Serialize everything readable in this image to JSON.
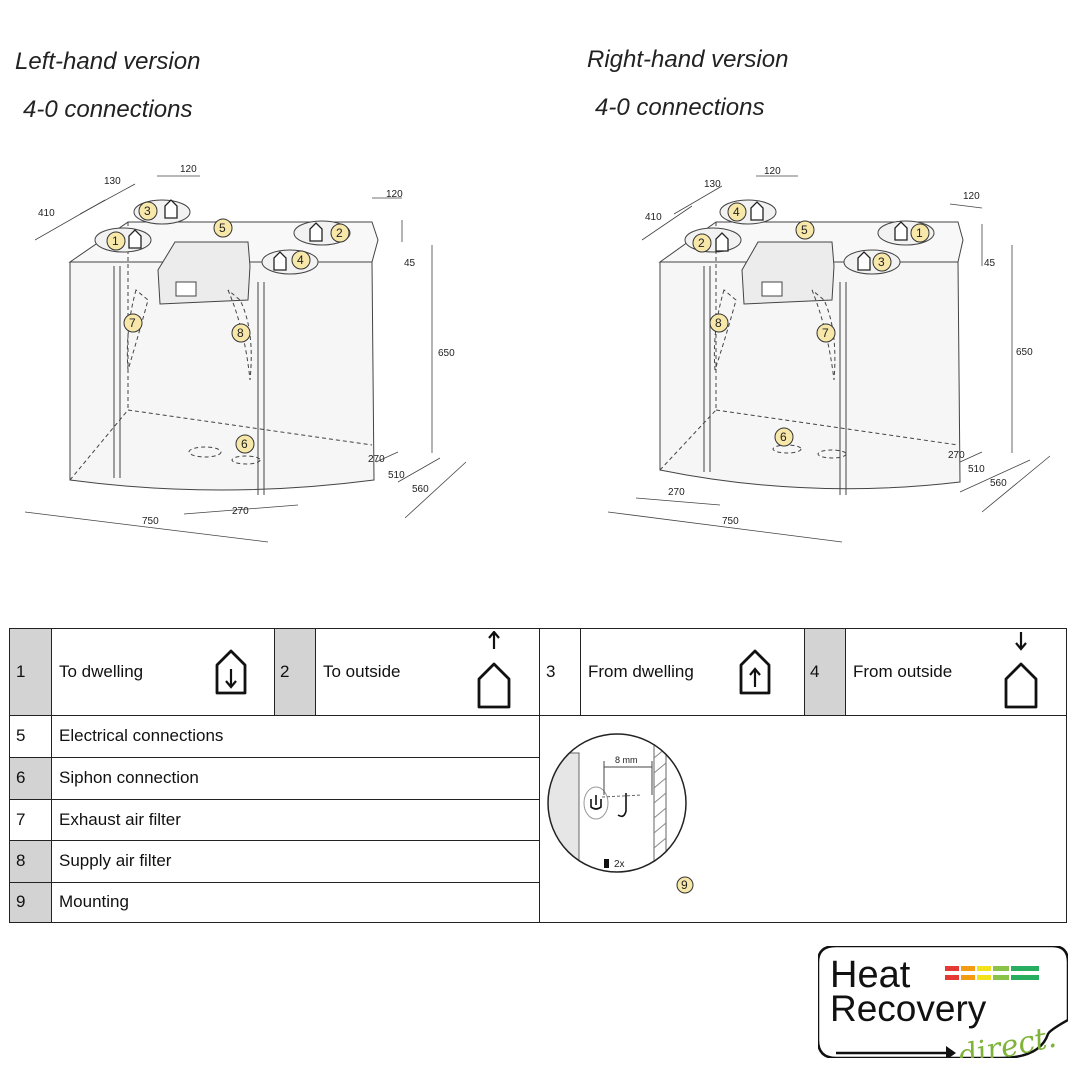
{
  "left": {
    "title": "Left-hand version",
    "subtitle": "4-0 connections"
  },
  "right": {
    "title": "Right-hand version",
    "subtitle": "4-0 connections"
  },
  "dimensions": {
    "d120": "120",
    "d130": "130",
    "d410": "410",
    "d45": "45",
    "d650": "650",
    "d270": "270",
    "d510": "510",
    "d560": "560",
    "d750": "750"
  },
  "markers": [
    "1",
    "2",
    "3",
    "4",
    "5",
    "6",
    "7",
    "8"
  ],
  "legend": {
    "row1": [
      {
        "num": "1",
        "label": "To dwelling",
        "icon": "house-arrow-down-icon"
      },
      {
        "num": "2",
        "label": "To outside",
        "icon": "house-arrow-up-out-icon"
      },
      {
        "num": "3",
        "label": "From dwelling",
        "icon": "house-arrow-up-icon"
      },
      {
        "num": "4",
        "label": "From outside",
        "icon": "house-arrow-down-in-icon"
      }
    ],
    "rows": [
      {
        "num": "5",
        "label": "Electrical connections"
      },
      {
        "num": "6",
        "label": "Siphon connection"
      },
      {
        "num": "7",
        "label": "Exhaust air filter"
      },
      {
        "num": "8",
        "label": "Supply air filter"
      },
      {
        "num": "9",
        "label": "Mounting"
      }
    ],
    "mounting": {
      "gap_label": "8 mm",
      "qty_label": "2x",
      "marker": "9"
    }
  },
  "logo": {
    "line1": "Heat",
    "line2": "Recovery",
    "tagline": "direct.",
    "stripe_colors": [
      "#e53935",
      "#f39c12",
      "#f1e21b",
      "#8bc34a",
      "#27ae60"
    ]
  }
}
